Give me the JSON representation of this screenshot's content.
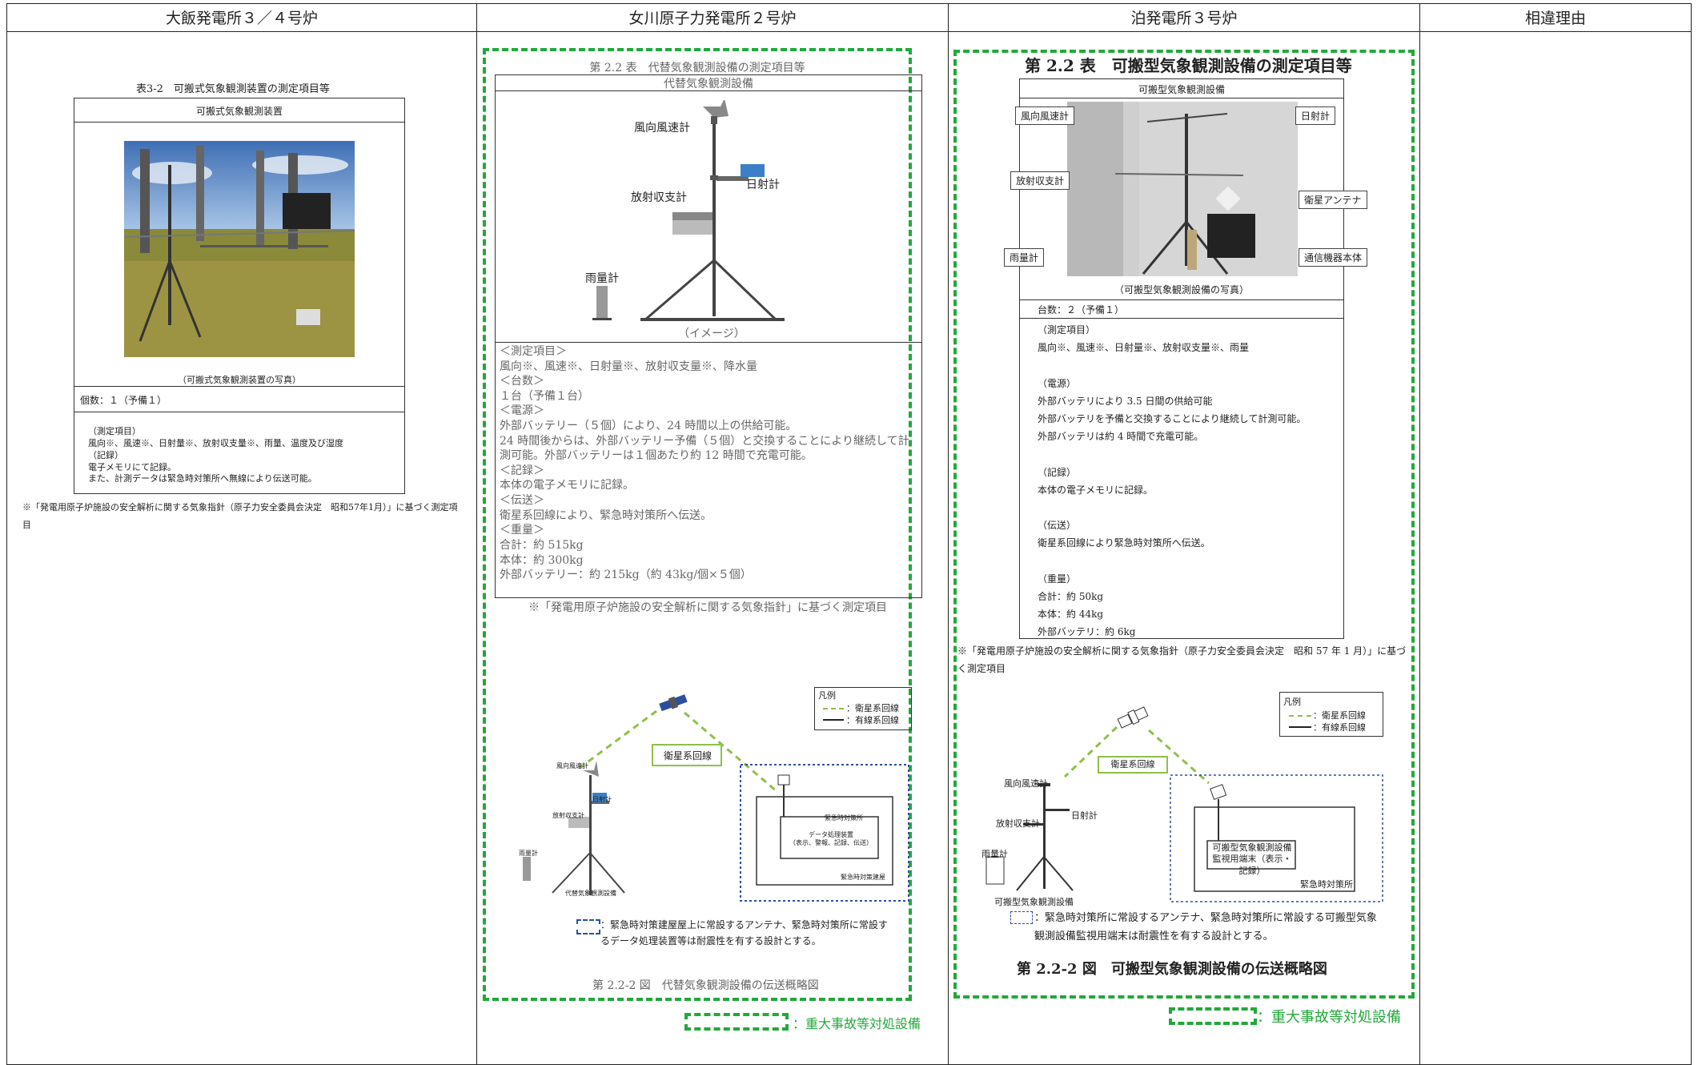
{
  "headers": {
    "col1": "大飯発電所３／４号炉",
    "col2": "女川原子力発電所２号炉",
    "col3": "泊発電所３号炉",
    "col4": "相違理由"
  },
  "ohi": {
    "table_title": "表3-2　可搬式気象観測装置の測定項目等",
    "device_name": "可搬式気象観測装置",
    "photo_caption": "（可搬式気象観測装置の写真）",
    "count": "個数：１（予備１）",
    "items_text": "（測定項目）\n風向※、風速※、日射量※、放射収支量※、雨量、温度及び湿度\n（記録）\n電子メモリにて記録。\nまた、計測データは緊急時対策所へ無線により伝送可能。",
    "note": "※「発電用原子炉施設の安全解析に関する気象指針（原子力安全委員会決定　昭和57年1月）」に基づく測定項目"
  },
  "onagawa": {
    "table_title": "第 2.2 表　代替気象観測設備の測定項目等",
    "device_name": "代替気象観測設備",
    "label_wind": "風向風速計",
    "label_solar": "日射計",
    "label_radiation": "放射収支計",
    "label_rain": "雨量計",
    "image_caption": "（イメージ）",
    "spec_text": "＜測定項目＞\n風向※、風速※、日射量※、放射収支量※、降水量\n＜台数＞\n１台（予備１台）\n＜電源＞\n外部バッテリー（５個）により、24 時間以上の供給可能。\n24 時間後からは、外部バッテリー予備（５個）と交換することにより継続して計測可能。外部バッテリーは１個あたり約 12 時間で充電可能。\n＜記録＞\n本体の電子メモリに記録。\n＜伝送＞\n衛星系回線により、緊急時対策所へ伝送。\n＜重量＞\n合計：約 515kg\n本体：約 300kg\n外部バッテリー：約 215kg（約 43kg/個×５個）",
    "note": "※「発電用原子炉施設の安全解析に関する気象指針」に基づく測定項目",
    "legend_title": "凡例",
    "legend_sat": "：衛星系回線",
    "legend_wire": "：有線系回線",
    "sat_line_label": "衛星系回線",
    "small_wind": "風向風速計",
    "small_solar": "日射計",
    "small_rad": "放射収支計",
    "small_rain": "雨量計",
    "small_device": "代替気象観測設備",
    "building_label": "緊急時対策所",
    "data_proc": "データ処理装置\n（表示、警報、記録、伝送）",
    "building_outer": "緊急時対策建屋",
    "seismic_note": "：緊急時対策建屋屋上に常設するアンテナ、緊急時対策所に常設するデータ処理装置等は耐震性を有する設計とする。",
    "fig_caption": "第 2.2-2 図　代替気象観測設備の伝送概略図",
    "sa_legend": "：重大事故等対処設備"
  },
  "tomari": {
    "table_title": "第 2.2 表　可搬型気象観測設備の測定項目等",
    "device_name": "可搬型気象観測設備",
    "lbl_wind": "風向風速計",
    "lbl_solar": "日射計",
    "lbl_rad": "放射収支計",
    "lbl_antenna": "衛星アンテナ",
    "lbl_rain": "雨量計",
    "lbl_comm": "通信機器本体",
    "photo_caption": "（可搬型気象観測設備の写真）",
    "count": "台数：２（予備１）",
    "spec_text": "（測定項目）\n風向※、風速※、日射量※、放射収支量※、雨量\n\n（電源）\n外部バッテリにより 3.5 日間の供給可能\n外部バッテリを予備と交換することにより継続して計測可能。\n外部バッテリは約 4 時間で充電可能。\n\n（記録）\n本体の電子メモリに記録。\n\n（伝送）\n衛星系回線により緊急時対策所へ伝送。\n\n（重量）\n合計：約 50kg\n本体：約 44kg\n外部バッテリ：約 6kg",
    "note": "※「発電用原子炉施設の安全解析に関する気象指針（原子力安全委員会決定　昭和 57 年 1 月）」に基づく測定項目",
    "legend_title": "凡例",
    "legend_sat": "：衛星系回線",
    "legend_wire": "：有線系回線",
    "sat_line_label": "衛星系回線",
    "small_wind": "風向風速計",
    "small_solar": "日射計",
    "small_rad": "放射収支計",
    "small_rain": "雨量計",
    "small_device": "可搬型気象観測設備",
    "terminal": "可搬型気象観測設備\n監視用端末（表示・記録）",
    "building_label": "緊急時対策所",
    "seismic_note": "：緊急時対策所に常設するアンテナ、緊急時対策所に常設する可搬型気象観測設備監視用端末は耐震性を有する設計とする。",
    "fig_caption": "第 2.2-2 図　可搬型気象観測設備の伝送概略図",
    "sa_legend": "：重大事故等対処設備"
  }
}
